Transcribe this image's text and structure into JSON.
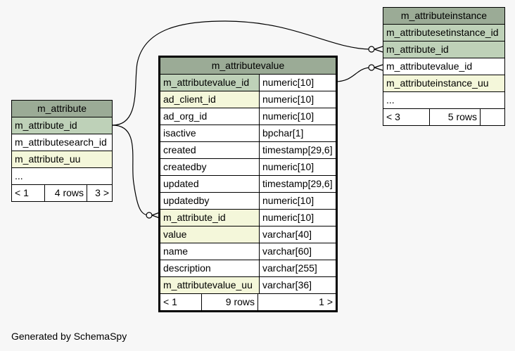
{
  "tables": {
    "m_attribute": {
      "name": "m_attribute",
      "columns": [
        "m_attribute_id",
        "m_attributesearch_id",
        "m_attribute_uu",
        "..."
      ],
      "footer": {
        "left": "< 1",
        "middle": "4 rows",
        "right": "3 >"
      }
    },
    "m_attributevalue": {
      "name": "m_attributevalue",
      "columns": [
        {
          "name": "m_attributevalue_id",
          "type": "numeric[10]"
        },
        {
          "name": "ad_client_id",
          "type": "numeric[10]"
        },
        {
          "name": "ad_org_id",
          "type": "numeric[10]"
        },
        {
          "name": "isactive",
          "type": "bpchar[1]"
        },
        {
          "name": "created",
          "type": "timestamp[29,6]"
        },
        {
          "name": "createdby",
          "type": "numeric[10]"
        },
        {
          "name": "updated",
          "type": "timestamp[29,6]"
        },
        {
          "name": "updatedby",
          "type": "numeric[10]"
        },
        {
          "name": "m_attribute_id",
          "type": "numeric[10]"
        },
        {
          "name": "value",
          "type": "varchar[40]"
        },
        {
          "name": "name",
          "type": "varchar[60]"
        },
        {
          "name": "description",
          "type": "varchar[255]"
        },
        {
          "name": "m_attributevalue_uu",
          "type": "varchar[36]"
        }
      ],
      "footer": {
        "left": "< 1",
        "middle": "9 rows",
        "right": "1 >"
      }
    },
    "m_attributeinstance": {
      "name": "m_attributeinstance",
      "columns": [
        "m_attributesetinstance_id",
        "m_attribute_id",
        "m_attributevalue_id",
        "m_attributeinstance_uu",
        "..."
      ],
      "footer": {
        "left": "< 3",
        "middle": "5 rows",
        "right": ""
      }
    }
  },
  "footer_text": "Generated by SchemaSpy",
  "colors": {
    "header": "#9bab96",
    "primary_key": "#bed1b8",
    "foreign_key": "#f4f7da",
    "background": "#f7f7f7"
  }
}
